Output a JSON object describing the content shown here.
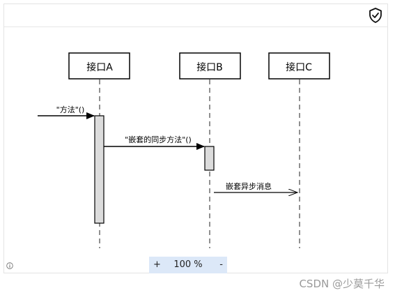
{
  "toolbar": {
    "shield_icon": "shield-check-icon",
    "info_icon": "info-icon"
  },
  "participants": [
    {
      "name": "接口A"
    },
    {
      "name": "接口B"
    },
    {
      "name": "接口C"
    }
  ],
  "messages": [
    {
      "label": "\"方法\"()",
      "from": "external",
      "to": "接口A",
      "type": "sync"
    },
    {
      "label": "\"嵌套的同步方法\"()",
      "from": "接口A",
      "to": "接口B",
      "type": "sync"
    },
    {
      "label": "嵌套异步消息",
      "from": "接口B",
      "to": "接口C",
      "type": "async"
    }
  ],
  "zoom": {
    "plus": "+",
    "level": "100 %",
    "minus": "-"
  },
  "watermark": "CSDN @少莫千华"
}
